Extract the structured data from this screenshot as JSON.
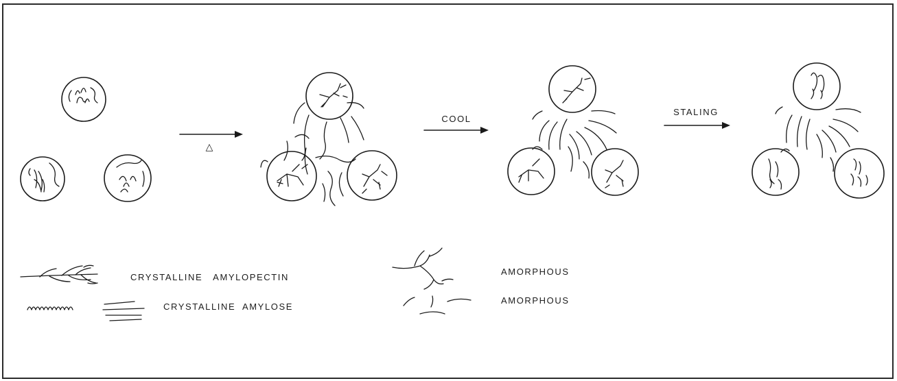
{
  "stages": {
    "heat_symbol": "△",
    "cool_label": "COOL",
    "staling_label": "STALING"
  },
  "legend": {
    "crystalline_amylopectin": "CRYSTALLINE   AMYLOPECTIN",
    "crystalline_amylose": "CRYSTALLINE  AMYLOSE",
    "amorphous_1": "AMORPHOUS",
    "amorphous_2": "AMORPHOUS"
  },
  "icons": {
    "granule": "starch-granule-icon",
    "amylopectin": "branched-amylopectin-icon",
    "amylose": "helical-amylose-icon",
    "amorphous": "amorphous-chain-icon"
  },
  "colors": {
    "ink": "#1a1a1a",
    "background": "#ffffff",
    "frame": "#2a2a2a"
  }
}
